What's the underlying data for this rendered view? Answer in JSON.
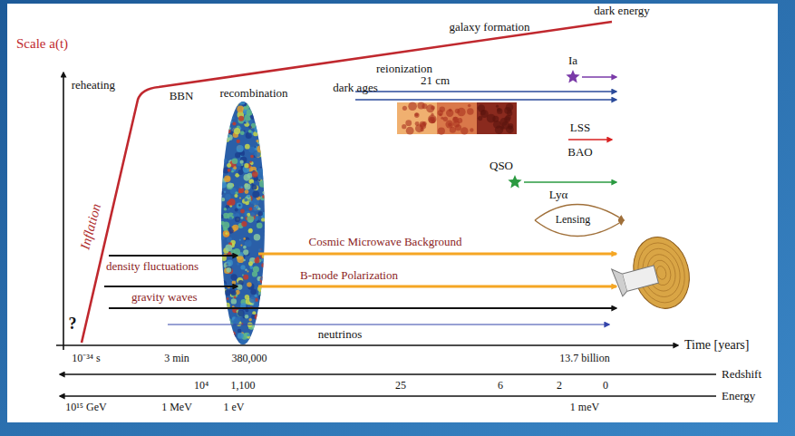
{
  "diagram": {
    "labels": [
      "Scale a(t)",
      "reheating",
      "BBN",
      "recombination",
      "dark ages",
      "reionization",
      "galaxy formation",
      "dark energy",
      "Inflation",
      "21 cm",
      "Ia",
      "LSS",
      "BAO",
      "QSO",
      "Lyα",
      "Lensing",
      "Cosmic Microwave Background",
      "density fluctuations",
      "B-mode Polarization",
      "gravity waves",
      "neutrinos",
      "?",
      "Time [years]",
      "10⁻³⁴ s",
      "3 min",
      "380,000",
      "13.7 billion",
      "Redshift",
      "10⁴",
      "1,100",
      "25",
      "6",
      "2",
      "0",
      "Energy",
      "10¹⁵ GeV",
      "1 MeV",
      "1 eV",
      "1 meV"
    ]
  }
}
